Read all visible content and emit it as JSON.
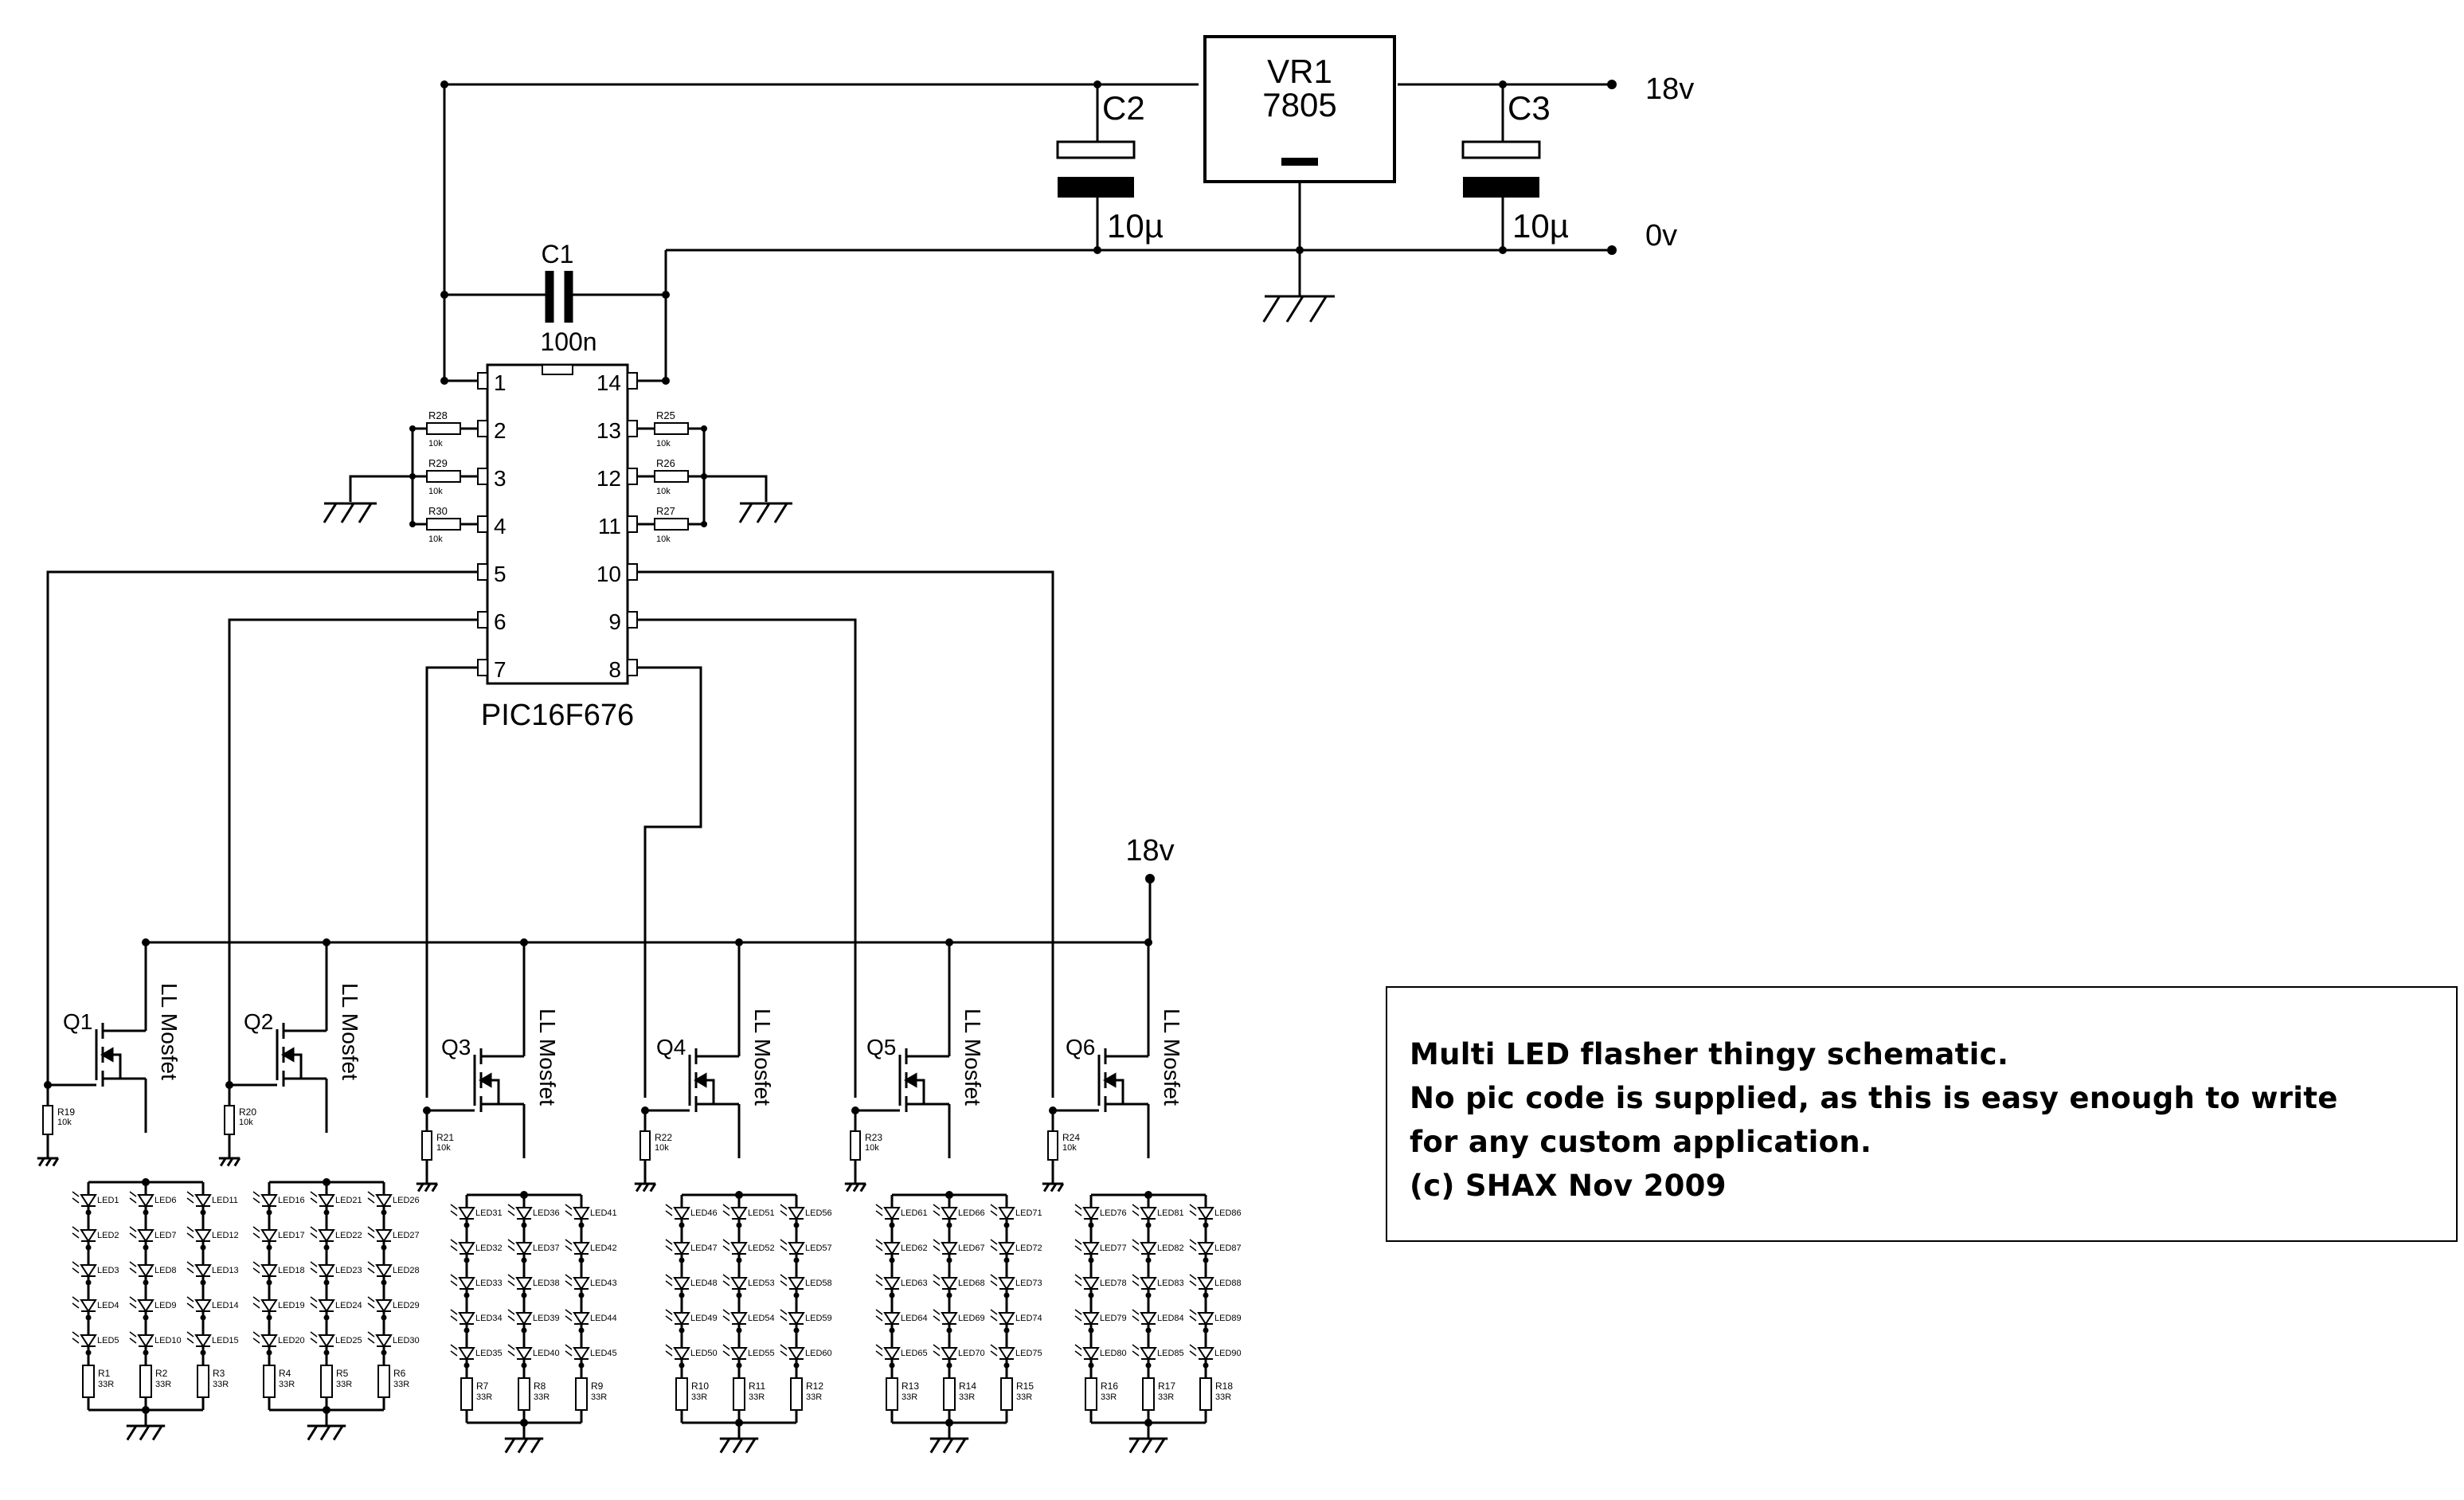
{
  "supply": {
    "high_label": "18v",
    "low_label": "0v",
    "led_rail_label": "18v"
  },
  "regulator": {
    "ref": "VR1",
    "value": "7805"
  },
  "capacitors": [
    {
      "ref": "C1",
      "value": "100n"
    },
    {
      "ref": "C2",
      "value": "10µ"
    },
    {
      "ref": "C3",
      "value": "10µ"
    }
  ],
  "mcu": {
    "part": "PIC16F676",
    "left_pins": [
      "1",
      "2",
      "3",
      "4",
      "5",
      "6",
      "7"
    ],
    "right_pins": [
      "14",
      "13",
      "12",
      "11",
      "10",
      "9",
      "8"
    ],
    "left_resistors": [
      {
        "ref": "R28",
        "value": "10k"
      },
      {
        "ref": "R29",
        "value": "10k"
      },
      {
        "ref": "R30",
        "value": "10k"
      }
    ],
    "right_resistors": [
      {
        "ref": "R25",
        "value": "10k"
      },
      {
        "ref": "R26",
        "value": "10k"
      },
      {
        "ref": "R27",
        "value": "10k"
      }
    ]
  },
  "channels": [
    {
      "q": "Q1",
      "type": "LL Mosfet",
      "gate_r": "R19",
      "gate_r_value": "10k",
      "leds": [
        [
          "LED1",
          "LED2",
          "LED3",
          "LED4",
          "LED5"
        ],
        [
          "LED6",
          "LED7",
          "LED8",
          "LED9",
          "LED10"
        ],
        [
          "LED11",
          "LED12",
          "LED13",
          "LED14",
          "LED15"
        ]
      ],
      "resistors": [
        "R1",
        "R2",
        "R3"
      ],
      "res_value": "33R"
    },
    {
      "q": "Q2",
      "type": "LL Mosfet",
      "gate_r": "R20",
      "gate_r_value": "10k",
      "leds": [
        [
          "LED16",
          "LED17",
          "LED18",
          "LED19",
          "LED20"
        ],
        [
          "LED21",
          "LED22",
          "LED23",
          "LED24",
          "LED25"
        ],
        [
          "LED26",
          "LED27",
          "LED28",
          "LED29",
          "LED30"
        ]
      ],
      "resistors": [
        "R4",
        "R5",
        "R6"
      ],
      "res_value": "33R"
    },
    {
      "q": "Q3",
      "type": "LL Mosfet",
      "gate_r": "R21",
      "gate_r_value": "10k",
      "leds": [
        [
          "LED31",
          "LED32",
          "LED33",
          "LED34",
          "LED35"
        ],
        [
          "LED36",
          "LED37",
          "LED38",
          "LED39",
          "LED40"
        ],
        [
          "LED41",
          "LED42",
          "LED43",
          "LED44",
          "LED45"
        ]
      ],
      "resistors": [
        "R7",
        "R8",
        "R9"
      ],
      "res_value": "33R"
    },
    {
      "q": "Q4",
      "type": "LL Mosfet",
      "gate_r": "R22",
      "gate_r_value": "10k",
      "leds": [
        [
          "LED46",
          "LED47",
          "LED48",
          "LED49",
          "LED50"
        ],
        [
          "LED51",
          "LED52",
          "LED53",
          "LED54",
          "LED55"
        ],
        [
          "LED56",
          "LED57",
          "LED58",
          "LED59",
          "LED60"
        ]
      ],
      "resistors": [
        "R10",
        "R11",
        "R12"
      ],
      "res_value": "33R"
    },
    {
      "q": "Q5",
      "type": "LL Mosfet",
      "gate_r": "R23",
      "gate_r_value": "10k",
      "leds": [
        [
          "LED61",
          "LED62",
          "LED63",
          "LED64",
          "LED65"
        ],
        [
          "LED66",
          "LED67",
          "LED68",
          "LED69",
          "LED70"
        ],
        [
          "LED71",
          "LED72",
          "LED73",
          "LED74",
          "LED75"
        ]
      ],
      "resistors": [
        "R13",
        "R14",
        "R15"
      ],
      "res_value": "33R"
    },
    {
      "q": "Q6",
      "type": "LL Mosfet",
      "gate_r": "R24",
      "gate_r_value": "10k",
      "leds": [
        [
          "LED76",
          "LED77",
          "LED78",
          "LED79",
          "LED80"
        ],
        [
          "LED81",
          "LED82",
          "LED83",
          "LED84",
          "LED85"
        ],
        [
          "LED86",
          "LED87",
          "LED88",
          "LED89",
          "LED90"
        ]
      ],
      "resistors": [
        "R16",
        "R17",
        "R18"
      ],
      "res_value": "33R"
    }
  ],
  "note": {
    "lines": [
      "Multi LED flasher thingy schematic.",
      "No pic code is supplied, as this is easy enough to write",
      "for any custom application.",
      "(c) SHAX Nov 2009"
    ]
  }
}
